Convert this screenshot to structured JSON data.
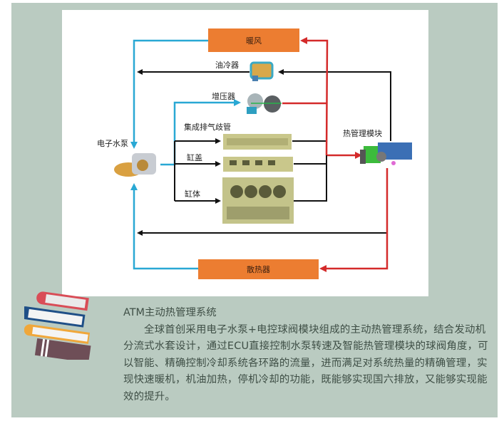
{
  "diagram": {
    "boxes": {
      "heater": "暖风",
      "radiator": "散热器"
    },
    "labels": {
      "oil_cooler": "油冷器",
      "turbocharger": "增压器",
      "integrated_exhaust_manifold": "集成排气歧管",
      "cylinder_head": "缸盖",
      "cylinder_block": "缸体",
      "electric_water_pump": "电子水泵",
      "thermal_management_module": "热管理模块"
    },
    "colors": {
      "box_fill": "#ec7d31",
      "cold_line": "#29a8d4",
      "hot_line": "#d42a2a",
      "flow_line": "#111111",
      "panel_bg": "#bacbc1"
    }
  },
  "article": {
    "title": "ATM主动热管理系统",
    "body": "全球首创采用电子水泵+电控球阀模块组成的主动热管理系统，结合发动机分流式水套设计，通过ECU直接控制水泵转速及智能热管理模块的球阀角度，可以智能、精确控制冷却系统各环路的流量，进而满足对系统热量的精确管理，实现快速暖机，机油加热，停机冷却的功能，既能够实现国六排放，又能够实现能效的提升。"
  }
}
